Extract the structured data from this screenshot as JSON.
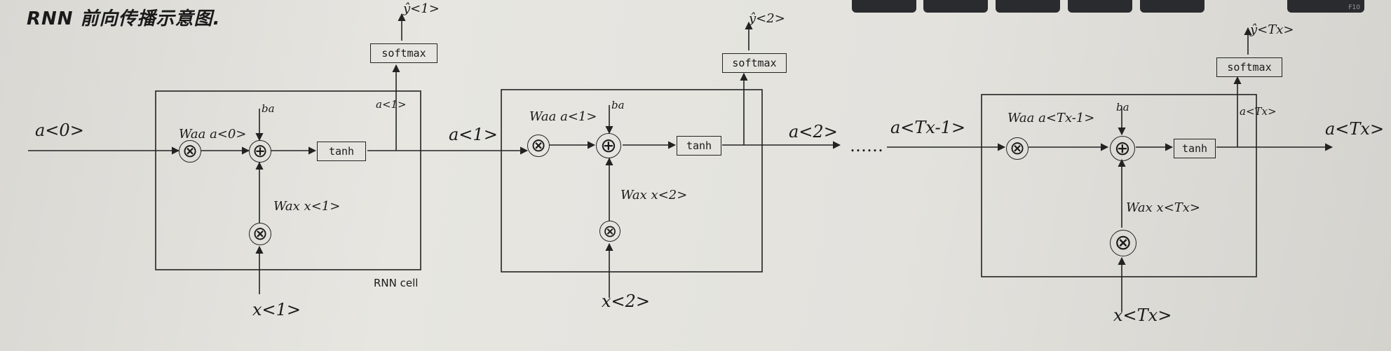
{
  "title": "RNN 前向传播示意图.",
  "keyboard": {
    "key_label": "F10"
  },
  "cells": [
    {
      "a_in": "a<0>",
      "waa_term": "Waa a<0>",
      "b": "ba",
      "wax_term": "Wax x<1>",
      "x_in": "x<1>",
      "tanh": "tanh",
      "softmax": "softmax",
      "a_up": "a<1>",
      "y_out": "ŷ<1>",
      "cell_label": "RNN cell"
    },
    {
      "a_in": "a<1>",
      "waa_term": "Waa a<1>",
      "b": "ba",
      "wax_term": "Wax x<2>",
      "x_in": "x<2>",
      "tanh": "tanh",
      "softmax": "softmax",
      "y_out": "ŷ<2>"
    },
    {
      "a_in": "a<Tx-1>",
      "waa_term": "Waa a<Tx-1>",
      "b": "ba",
      "wax_term": "Wax x<Tx>",
      "x_in": "x<Tx>",
      "tanh": "tanh",
      "softmax": "softmax",
      "a_up": "a<Tx>",
      "y_out": "ŷ<Tx>"
    }
  ],
  "between": {
    "a2": "a<2>",
    "ellipsis": "……"
  },
  "a_final": "a<Tx>",
  "ops": {
    "multiply": "⊗",
    "add": "⊕"
  }
}
